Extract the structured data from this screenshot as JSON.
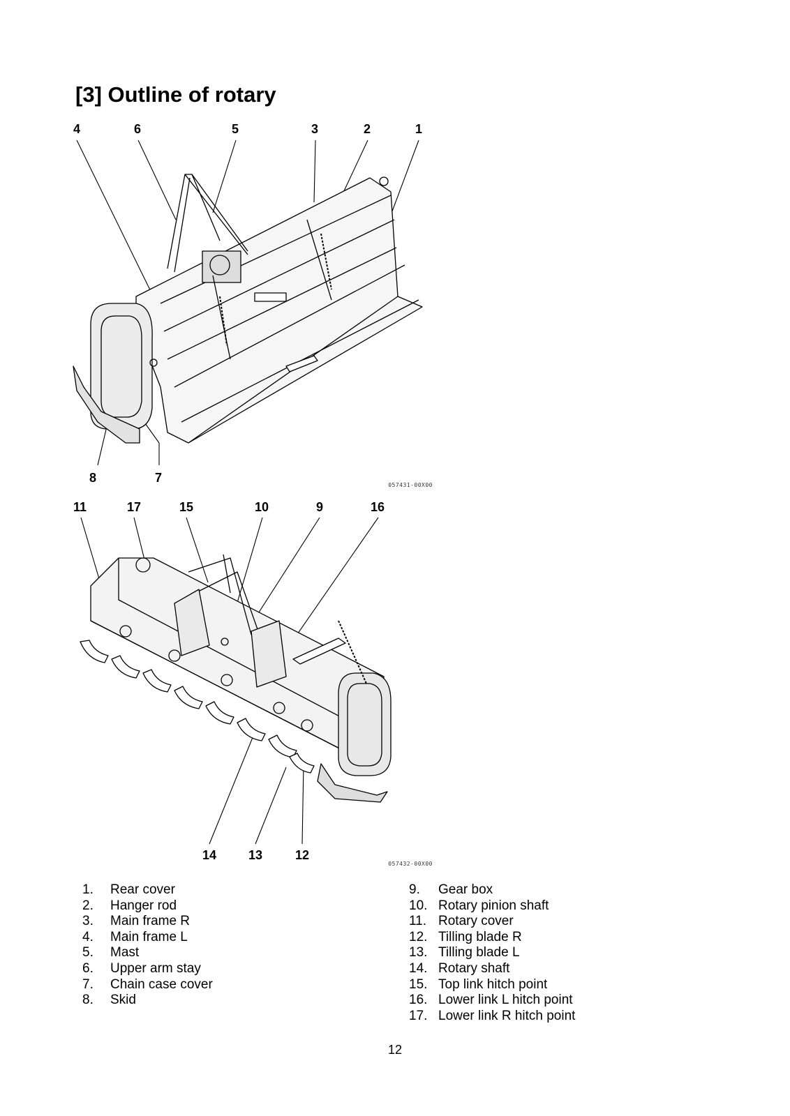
{
  "page": {
    "title": "[3] Outline of rotary",
    "page_number": "12"
  },
  "figure_top": {
    "code": "057431-00X00",
    "callouts": [
      "4",
      "6",
      "5",
      "3",
      "2",
      "1",
      "8",
      "7"
    ]
  },
  "figure_bottom": {
    "code": "057432-00X00",
    "callouts": [
      "11",
      "17",
      "15",
      "10",
      "9",
      "16",
      "14",
      "13",
      "12"
    ]
  },
  "legend": {
    "left": [
      {
        "num": "1.",
        "label": "Rear cover"
      },
      {
        "num": "2.",
        "label": "Hanger rod"
      },
      {
        "num": "3.",
        "label": "Main frame R"
      },
      {
        "num": "4.",
        "label": "Main frame L"
      },
      {
        "num": "5.",
        "label": "Mast"
      },
      {
        "num": "6.",
        "label": "Upper arm stay"
      },
      {
        "num": "7.",
        "label": "Chain case cover"
      },
      {
        "num": "8.",
        "label": "Skid"
      }
    ],
    "right": [
      {
        "num": "9.",
        "label": "Gear box"
      },
      {
        "num": "10.",
        "label": "Rotary pinion shaft"
      },
      {
        "num": "11.",
        "label": "Rotary cover"
      },
      {
        "num": "12.",
        "label": "Tilling blade R"
      },
      {
        "num": "13.",
        "label": "Tilling blade L"
      },
      {
        "num": "14.",
        "label": "Rotary shaft"
      },
      {
        "num": "15.",
        "label": "Top link hitch point"
      },
      {
        "num": "16.",
        "label": "Lower link L hitch point"
      },
      {
        "num": "17.",
        "label": "Lower link R hitch point"
      }
    ]
  }
}
